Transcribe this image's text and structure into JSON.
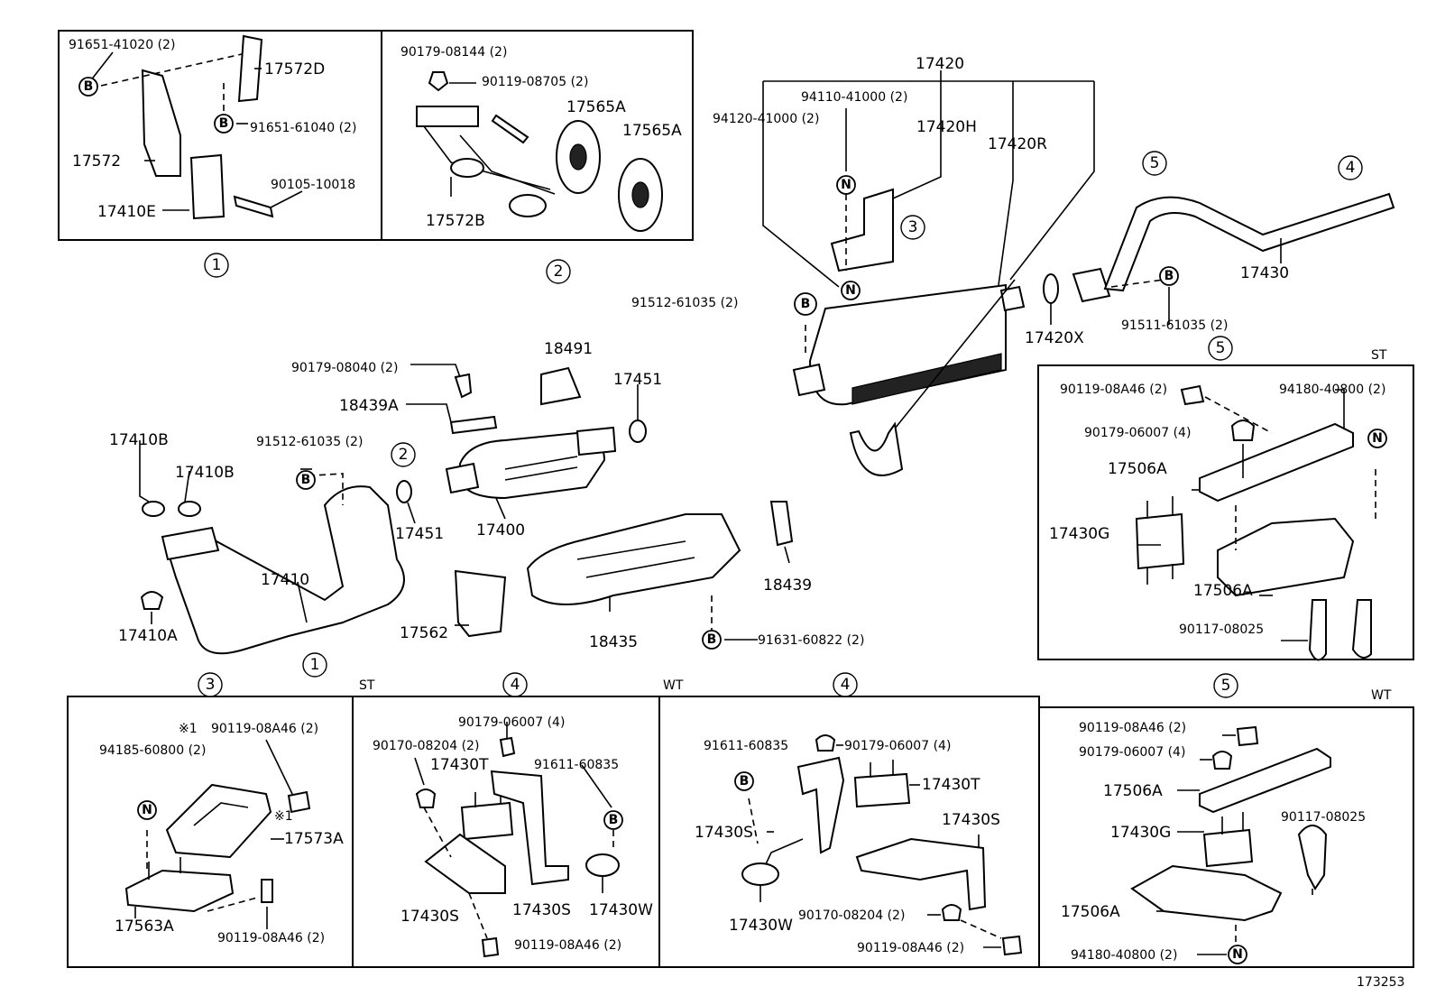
{
  "diagram_id": "173253",
  "badges": {
    "b": "B",
    "n": "N"
  },
  "markers": {
    "m1": "1",
    "m2": "2",
    "m3": "3",
    "m4": "4",
    "m5": "5"
  },
  "section_tags": {
    "st_a": "ST",
    "wt_a": "WT",
    "st_b": "ST",
    "wt_b": "WT"
  },
  "note_mark": "※1",
  "box1": {
    "p91651_41020": "91651-41020 (2)",
    "p17572D": "17572D",
    "p91651_61040": "91651-61040 (2)",
    "p17572": "17572",
    "p90105_10018": "90105-10018",
    "p17410E": "17410E"
  },
  "box2": {
    "p90179_08144": "90179-08144 (2)",
    "p90119_08705": "90119-08705 (2)",
    "p17565A_1": "17565A",
    "p17565A_2": "17565A",
    "p17572B": "17572B"
  },
  "muffler": {
    "p17420": "17420",
    "p94110_41000": "94110-41000 (2)",
    "p94120_41000": "94120-41000 (2)",
    "p17420H": "17420H",
    "p17420R": "17420R",
    "p91512_61035": "91512-61035 (2)",
    "p17420X": "17420X",
    "p91511_61035": "91511-61035 (2)",
    "p17430": "17430"
  },
  "front": {
    "p90179_08040": "90179-08040 (2)",
    "p18491": "18491",
    "p17451_a": "17451",
    "p18439A": "18439A",
    "p17410B_1": "17410B",
    "p17410B_2": "17410B",
    "p91512_61035b": "91512-61035 (2)",
    "p17451_b": "17451",
    "p17400": "17400",
    "p17410": "17410",
    "p18439": "18439",
    "p17410A": "17410A",
    "p17562": "17562",
    "p18435": "18435",
    "p91631_60822": "91631-60822 (2)"
  },
  "box5_st": {
    "p90119_08A46": "90119-08A46 (2)",
    "p94180_40800": "94180-40800 (2)",
    "p90179_06007": "90179-06007 (4)",
    "p17506A_1": "17506A",
    "p17430G": "17430G",
    "p17506A_2": "17506A",
    "p90117_08025": "90117-08025"
  },
  "box3": {
    "p90119_08A46_top": "90119-08A46 (2)",
    "p94185_60800": "94185-60800 (2)",
    "p17573A": "17573A",
    "p17563A": "17563A",
    "p90119_08A46_bot": "90119-08A46 (2)"
  },
  "box4_st": {
    "p90179_06007": "90179-06007 (4)",
    "p90170_08204": "90170-08204 (2)",
    "p17430T": "17430T",
    "p91611_60835": "91611-60835",
    "p17430S_1": "17430S",
    "p17430S_2": "17430S",
    "p17430W": "17430W",
    "p90119_08A46": "90119-08A46 (2)"
  },
  "box4_wt": {
    "p91611_60835": "91611-60835",
    "p90179_06007": "90179-06007 (4)",
    "p17430T": "17430T",
    "p17430S_1": "17430S",
    "p17430S_2": "17430S",
    "p17430W": "17430W",
    "p90170_08204": "90170-08204 (2)",
    "p90119_08A46": "90119-08A46 (2)"
  },
  "box5_wt": {
    "p90119_08A46": "90119-08A46 (2)",
    "p90179_06007": "90179-06007 (4)",
    "p17506A_1": "17506A",
    "p17430G": "17430G",
    "p90117_08025": "90117-08025",
    "p17506A_2": "17506A",
    "p94180_40800": "94180-40800 (2)"
  }
}
